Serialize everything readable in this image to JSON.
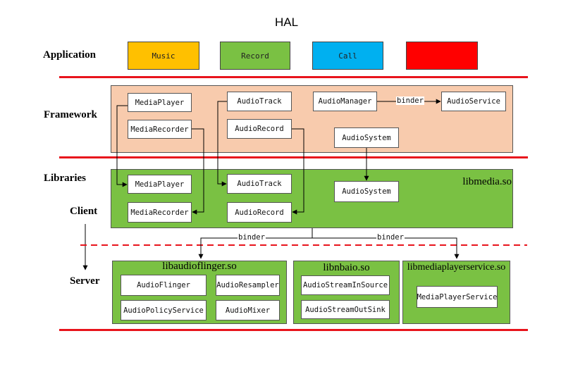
{
  "title": "HAL",
  "layers": {
    "application": "Application",
    "framework": "Framework",
    "libraries": "Libraries",
    "client": "Client",
    "server": "Server"
  },
  "apps": [
    {
      "label": "Music",
      "color": "#ffc000"
    },
    {
      "label": "Record",
      "color": "#7ac143"
    },
    {
      "label": "Call",
      "color": "#00b0f0"
    },
    {
      "label": "",
      "color": "#ff0000"
    }
  ],
  "framework": {
    "media_player": "MediaPlayer",
    "media_recorder": "MediaRecorder",
    "audio_track": "AudioTrack",
    "audio_record": "AudioRecord",
    "audio_manager": "AudioManager",
    "binder": "binder",
    "audio_service": "AudioService",
    "audio_system": "AudioSystem"
  },
  "libraries": {
    "libmedia": "libmedia.so",
    "media_player": "MediaPlayer",
    "media_recorder": "MediaRecorder",
    "audio_track": "AudioTrack",
    "audio_record": "AudioRecord",
    "audio_system": "AudioSystem"
  },
  "binder_links": {
    "left": "binder",
    "right": "binder"
  },
  "server": {
    "libaudioflinger": {
      "title": "libaudioflinger.so",
      "audio_flinger": "AudioFlinger",
      "audio_resampler": "AudioResampler",
      "audio_policy_service": "AudioPolicyService",
      "audio_mixer": "AudioMixer"
    },
    "libnbaio": {
      "title": "libnbaio.so",
      "audio_stream_in_source": "AudioStreamInSource",
      "audio_stream_out_sink": "AudioStreamOutSink"
    },
    "libmediaplayerservice": {
      "title": "libmediaplayerservice.so",
      "media_player_service": "MediaPlayerService"
    }
  },
  "colors": {
    "framework_panel": "#f8cbad",
    "library_panel": "#7ac143",
    "divider": "#e8141c"
  }
}
